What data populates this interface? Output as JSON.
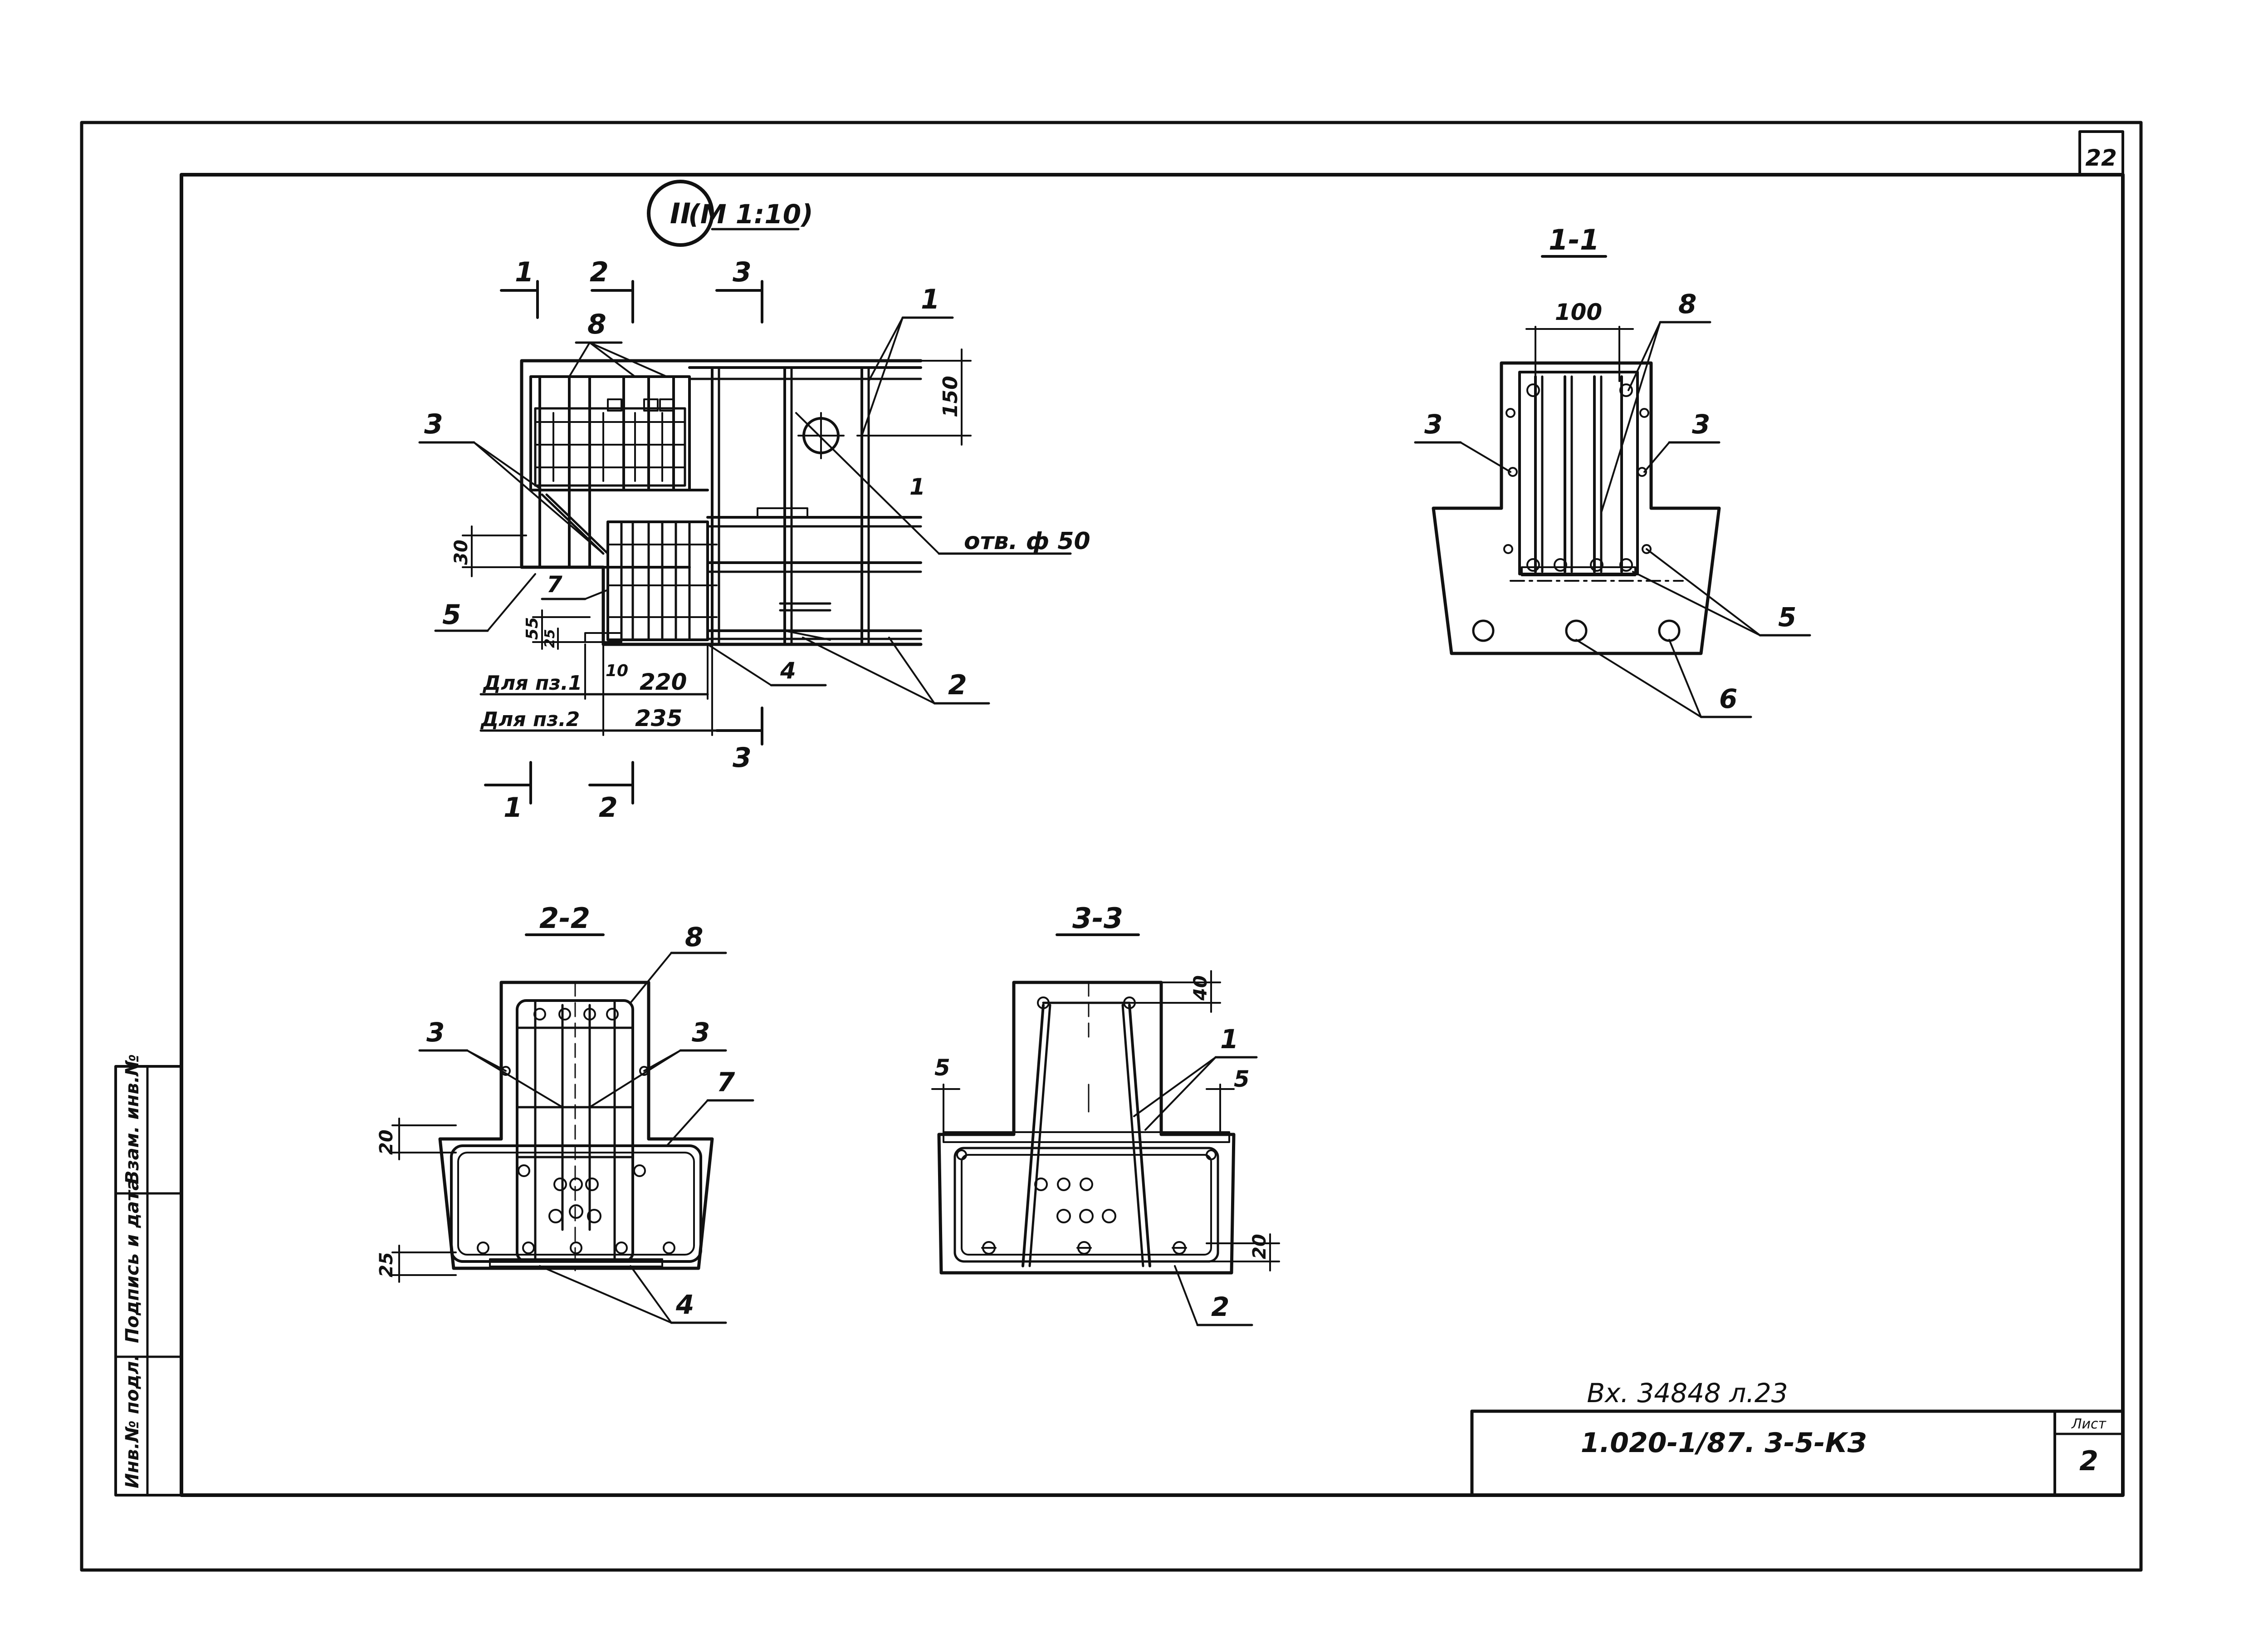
{
  "sheet": {
    "sheet_number_top": "22",
    "archive_number": "Вх. 34848 л.23",
    "doc_code": "1.020-1/87. 3-5-КЗ",
    "list_label": "Лист",
    "list_number": "2"
  },
  "side_stamp": {
    "inv_no": "Инв.№ подл.",
    "sign_date": "Подпись и дата",
    "replace_inv": "Взам. инв.№"
  },
  "view_main": {
    "node_mark": "II",
    "scale": "(М 1:10)",
    "section_marks": [
      "1",
      "2",
      "3"
    ],
    "callouts": [
      "1",
      "2",
      "3",
      "4",
      "5",
      "7",
      "8"
    ],
    "hole_label": "отв. ф 50",
    "dim_150": "150",
    "dim_30": "30",
    "dim_55": "55",
    "dim_25": "25",
    "dim_10": "10",
    "dim_220": "220",
    "dim_235": "235",
    "for_pz1": "Для пз.1",
    "for_pz2": "Для пз.2"
  },
  "sec_1_1": {
    "title": "1-1",
    "dim_100": "100",
    "callouts": [
      "3",
      "3",
      "5",
      "6",
      "8"
    ]
  },
  "sec_2_2": {
    "title": "2-2",
    "dim_20": "20",
    "dim_25": "25",
    "callouts": [
      "3",
      "3",
      "4",
      "7",
      "8"
    ]
  },
  "sec_3_3": {
    "title": "3-3",
    "dim_40": "40",
    "dim_20": "20",
    "callouts": [
      "1",
      "2",
      "5",
      "5"
    ]
  }
}
